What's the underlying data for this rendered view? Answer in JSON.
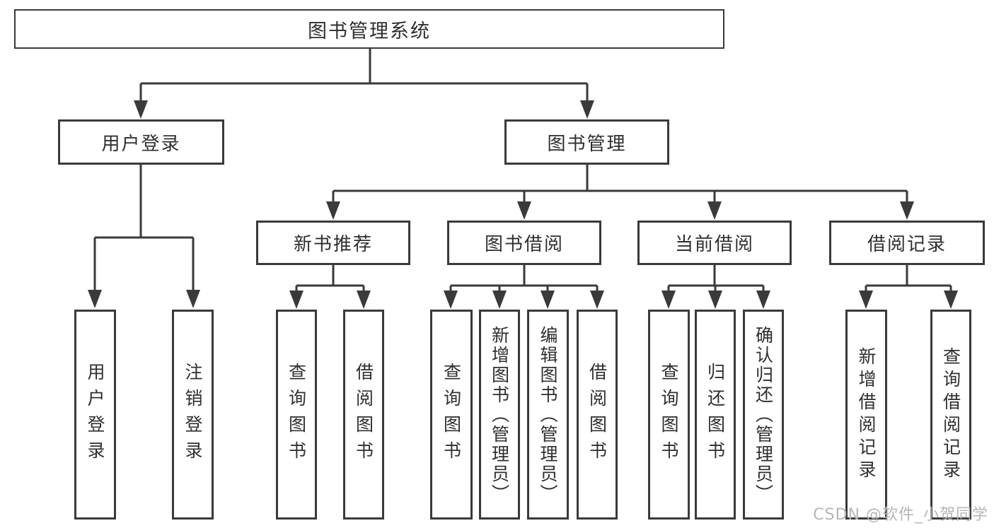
{
  "diagram": {
    "root": {
      "label": "图书管理系统",
      "children": [
        {
          "label": "用户登录",
          "children": [
            {
              "label": "用户登录"
            },
            {
              "label": "注销登录"
            }
          ]
        },
        {
          "label": "图书管理",
          "children": [
            {
              "label": "新书推荐",
              "children": [
                {
                  "label": "查询图书"
                },
                {
                  "label": "借阅图书"
                }
              ]
            },
            {
              "label": "图书借阅",
              "children": [
                {
                  "label": "查询图书"
                },
                {
                  "label": "新增图书（管理员）"
                },
                {
                  "label": "编辑图书（管理员）"
                },
                {
                  "label": "借阅图书"
                }
              ]
            },
            {
              "label": "当前借阅",
              "children": [
                {
                  "label": "查询图书"
                },
                {
                  "label": "归还图书"
                },
                {
                  "label": "确认归还（管理员）"
                }
              ]
            },
            {
              "label": "借阅记录",
              "children": [
                {
                  "label": "新增借阅记录"
                },
                {
                  "label": "查询借阅记录"
                }
              ]
            }
          ]
        }
      ]
    },
    "watermark": "CSDN @软件_小贺同学",
    "colors": {
      "line": "#3a3a3a",
      "text": "#2f2f2f",
      "watermark": "#b5b5b5",
      "background": "#ffffff"
    }
  }
}
